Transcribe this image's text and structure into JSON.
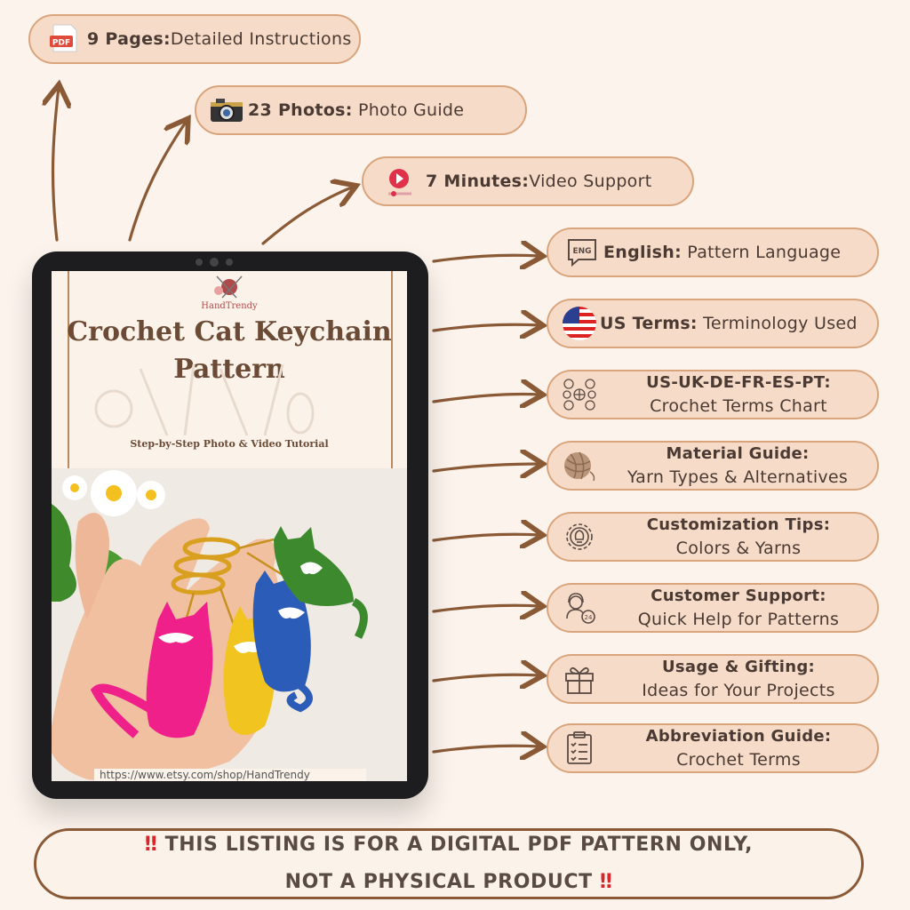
{
  "top_features": [
    {
      "bold": "9 Pages:",
      "text": "Detailed Instructions",
      "icon": "pdf-icon",
      "icon_label": "PDF"
    },
    {
      "bold": "23 Photos:",
      "text": " Photo Guide",
      "icon": "camera-icon"
    },
    {
      "bold": "7 Minutes:",
      "text": "Video Support",
      "icon": "video-icon"
    }
  ],
  "side_features": [
    {
      "bold": "English:",
      "text": " Pattern Language",
      "icon": "language-icon",
      "icon_label": "ENG"
    },
    {
      "bold": "US Terms:",
      "text": " Terminology Used",
      "icon": "us-flag-icon"
    },
    {
      "line1": "US-UK-DE-FR-ES-PT:",
      "line2": "Crochet Terms Chart",
      "icon": "globe-terms-icon"
    },
    {
      "line1": "Material Guide:",
      "line2": "Yarn Types & Alternatives",
      "icon": "yarn-ball-icon"
    },
    {
      "line1": "Customization Tips:",
      "line2": "Colors & Yarns",
      "icon": "lightbulb-gear-icon"
    },
    {
      "line1": "Customer Support:",
      "line2": "Quick Help for Patterns",
      "icon": "support-24-icon"
    },
    {
      "line1": "Usage & Gifting:",
      "line2": "Ideas for Your Projects",
      "icon": "gift-icon"
    },
    {
      "line1": "Abbreviation Guide:",
      "line2": "Crochet Terms",
      "icon": "clipboard-list-icon"
    }
  ],
  "cover": {
    "brand": "HandTrendy",
    "title_line1": "Crochet Cat Keychain",
    "title_line2": "Pattern",
    "subtitle": "Step-by-Step Photo & Video Tutorial",
    "url": "https://www.etsy.com/shop/HandTrendy"
  },
  "banner": {
    "line1": "THIS LISTING IS FOR A DIGITAL PDF PATTERN ONLY,",
    "line2": "NOT A PHYSICAL PRODUCT",
    "mark": "‼"
  },
  "colors": {
    "background": "#fcf4ec",
    "pill_fill": "#f6dcc8",
    "pill_border": "#d9a47c",
    "arrow": "#8a5a37",
    "cat_pink": "#f0208a",
    "cat_yellow": "#f2c420",
    "cat_blue": "#2b5cb8",
    "cat_green": "#3d8a2e"
  }
}
